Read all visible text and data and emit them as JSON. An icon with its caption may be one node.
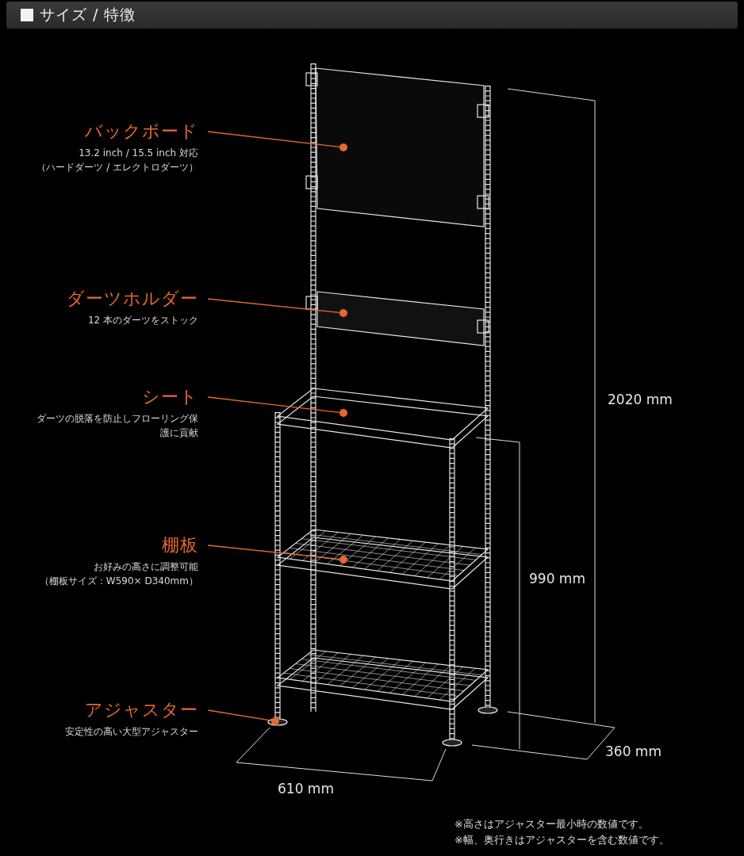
{
  "diagram": {
    "title": "サイズ / 特徴",
    "nodes": [
      {
        "text": [
          "バックボード",
          "13.2 inch / 15.5 inch 対応",
          "（ハードダーツ / エレクトロダーツ）"
        ]
      },
      {
        "text": [
          "ダーツホルダー",
          "12 本のダーツをストック"
        ]
      },
      {
        "text": [
          "シート",
          "ダーツの脱落を防止しフローリング保護に貢献"
        ]
      },
      {
        "text": [
          "棚板",
          "お好みの高さに調整可能",
          "（棚板サイズ：W590× D340mm）"
        ]
      },
      {
        "text": [
          "アジャスター",
          "安定性の高い大型アジャスター"
        ]
      },
      {
        "text": [],
        "shape": "circle"
      },
      {
        "text": [],
        "shape": "circle"
      },
      {
        "text": [],
        "shape": "circle"
      },
      {
        "text": [],
        "shape": "circle"
      },
      {
        "text": [],
        "shape": "circle"
      }
    ],
    "edges": [
      {
        "from": 0,
        "to": 5,
        "arrow": "none"
      },
      {
        "from": 1,
        "to": 6,
        "arrow": "none"
      },
      {
        "from": 2,
        "to": 7,
        "arrow": "none"
      },
      {
        "from": 3,
        "to": 8,
        "arrow": "none"
      },
      {
        "from": 4,
        "to": 9,
        "arrow": "none"
      }
    ],
    "labels": [
      "2020 mm",
      "990 mm",
      "360 mm",
      "610 mm",
      "※高さはアジャスター最小時の数値です。",
      "※幅、奥行きはアジャスターを含む数値です。"
    ]
  }
}
